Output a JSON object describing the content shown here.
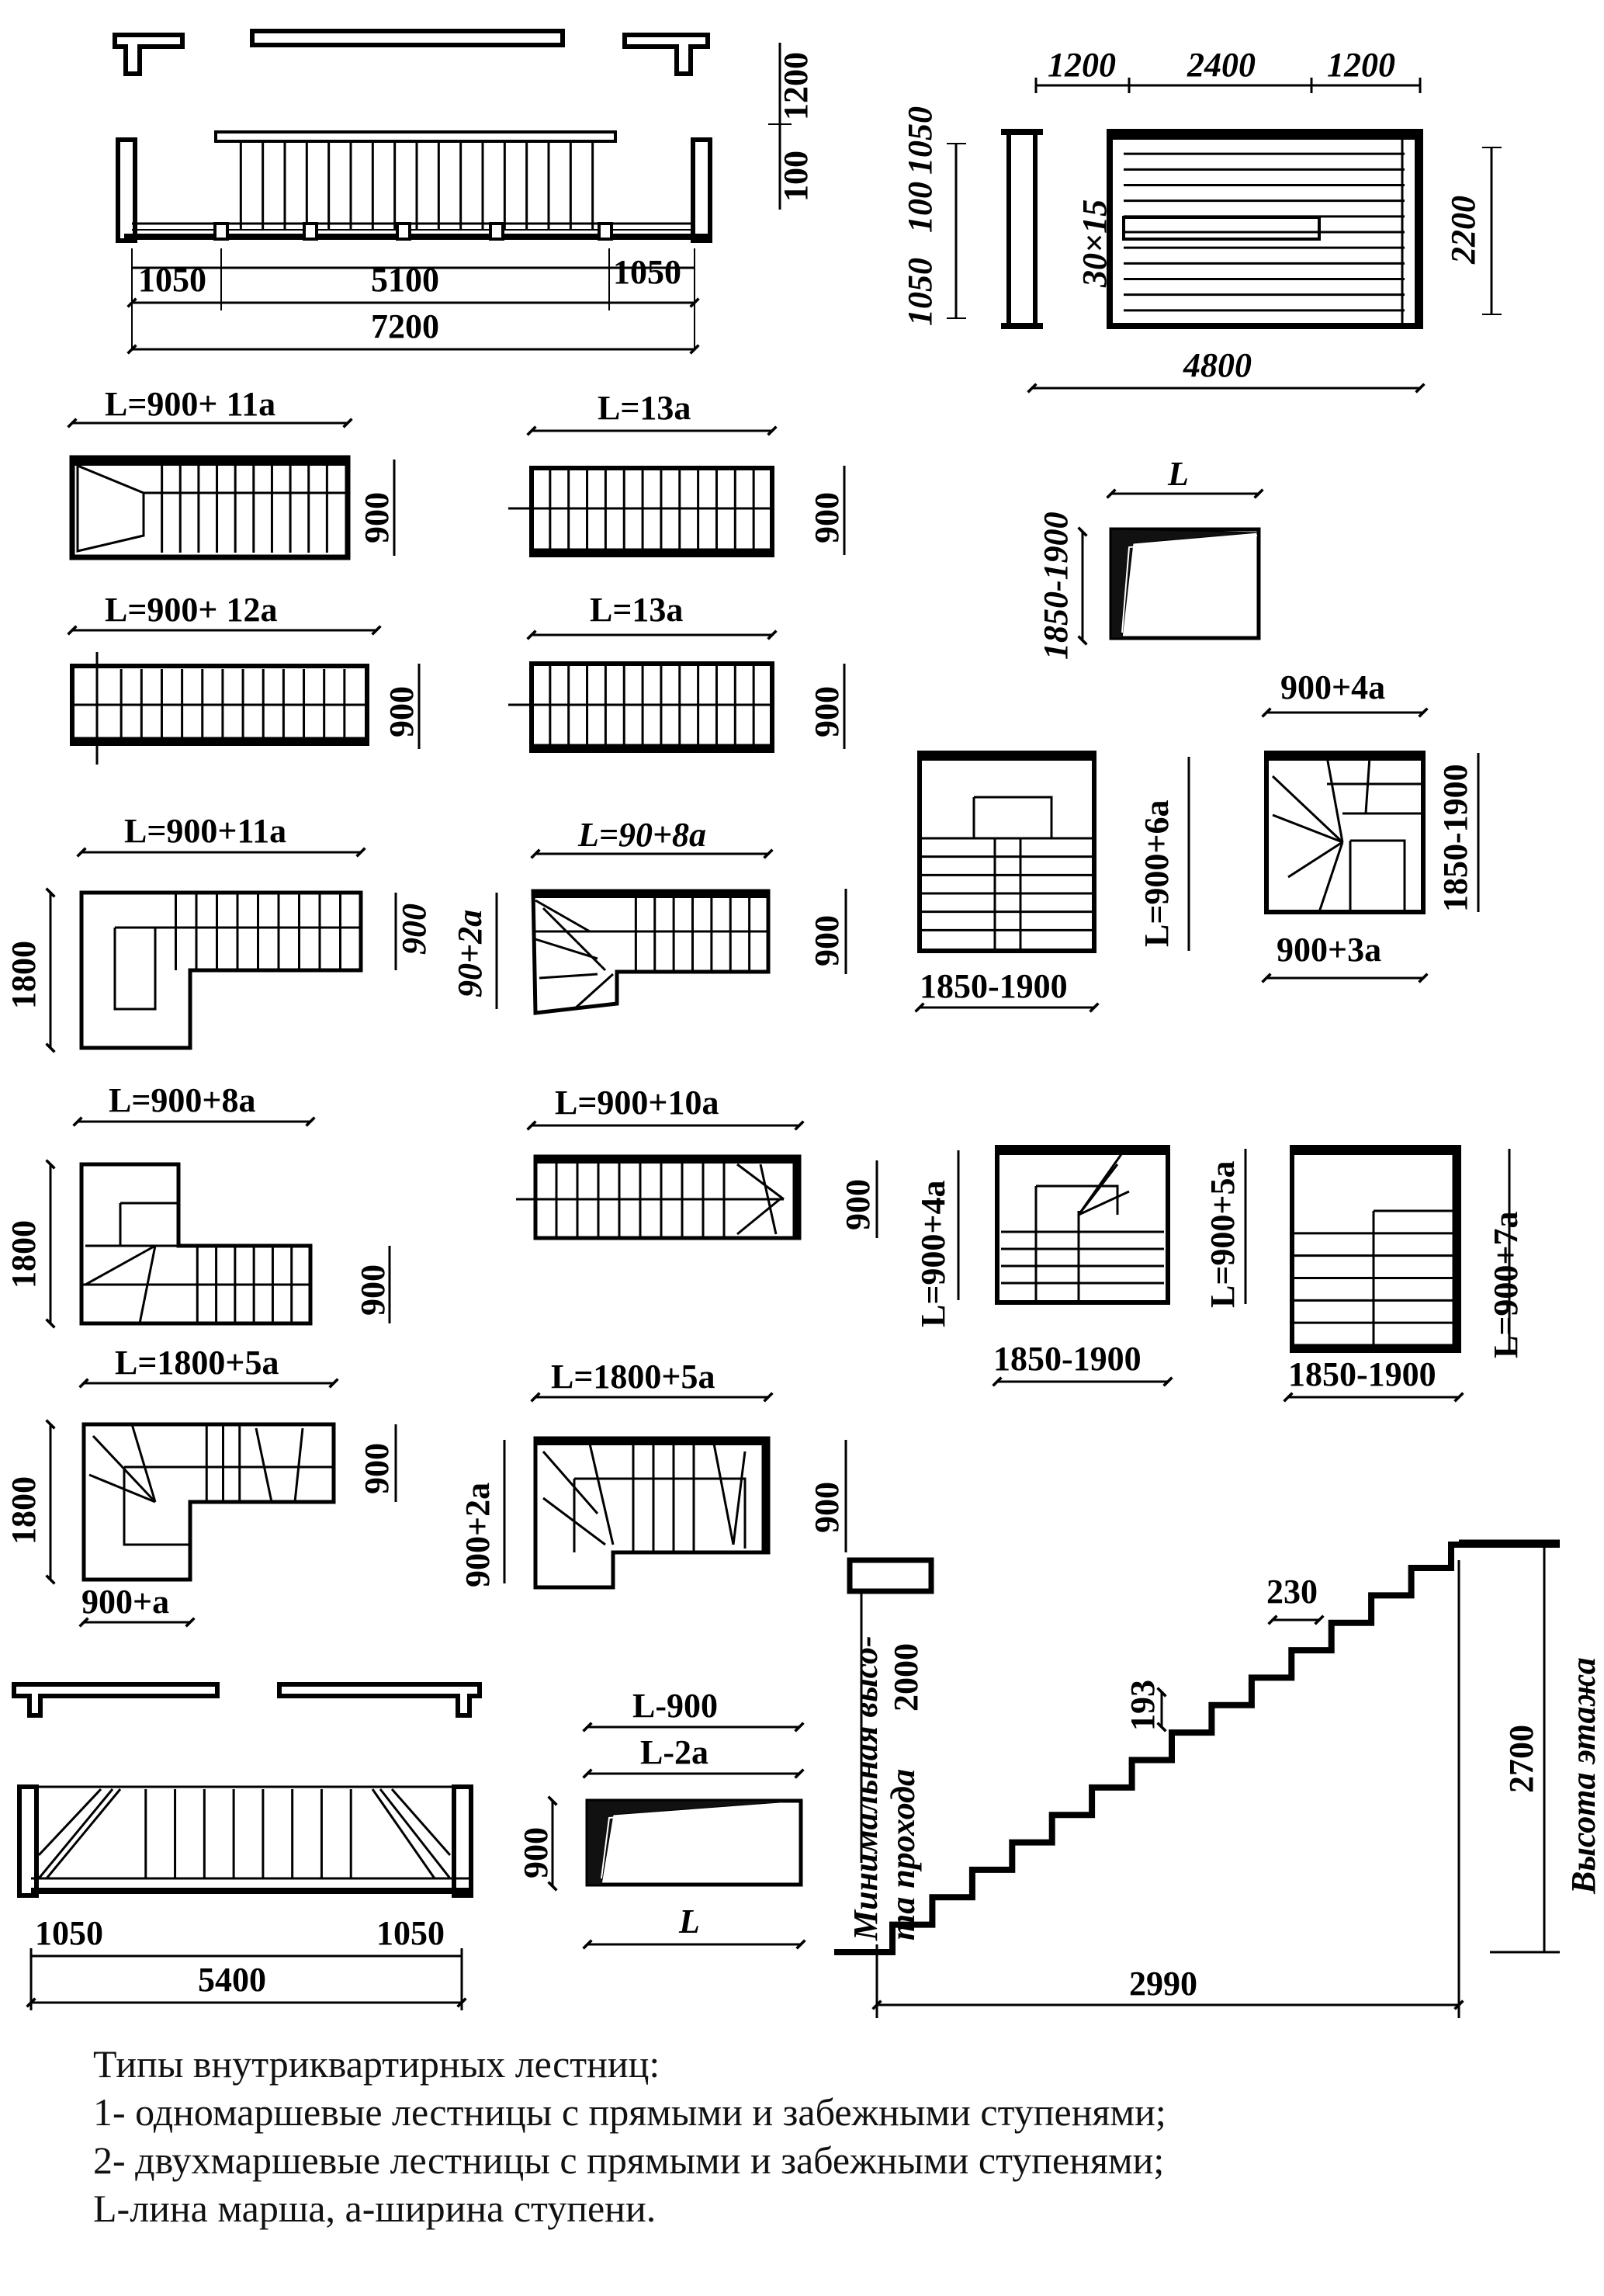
{
  "top_left_plan": {
    "dims": [
      "1050",
      "5100",
      "1050",
      "7200",
      "1200",
      "100"
    ]
  },
  "top_right_plan": {
    "dims": [
      "1200",
      "2400",
      "1200",
      "4800",
      "2200",
      "30×15",
      "1050",
      "100",
      "1050"
    ]
  },
  "single_flight": [
    {
      "length_label": "L=900+ 11a",
      "width_label": "900"
    },
    {
      "length_label": "L=13a",
      "width_label": "900"
    },
    {
      "length_label": "L=900+ 12a",
      "width_label": "900"
    },
    {
      "length_label": "L=13a",
      "width_label": "900"
    }
  ],
  "section_small": {
    "top_label": "L",
    "side_label": "1850-1900"
  },
  "l_shaped": [
    {
      "length_label": "L=900+11a",
      "height_label": "1800",
      "width_label": "900"
    },
    {
      "length_label": "L=90+8a",
      "height_label": "90+2a",
      "width_label": "900"
    },
    {
      "length_label": "L=900+8a",
      "height_label": "1800",
      "width_label": "900"
    },
    {
      "length_label": "L=900+10a",
      "width_label": "900"
    },
    {
      "length_label": "L=1800+5a",
      "height_label": "1800",
      "width_label": "900",
      "bottom_label": "900+a"
    },
    {
      "length_label": "L=1800+5a",
      "height_label": "900+2a",
      "width_label": "900"
    }
  ],
  "two_flight": [
    {
      "side_label": "L=900+6a",
      "bottom_label": "1850-1900"
    },
    {
      "top_label": "900+4a",
      "bottom_label": "900+3a",
      "side_label": "1850-1900"
    },
    {
      "side_label": "L=900+4a",
      "bottom_label": "1850-1900"
    },
    {
      "left_label": "L=900+5a",
      "right_label": "L=900+7a",
      "bottom_label": "1850-1900"
    }
  ],
  "bottom_plan": {
    "dims": [
      "1050",
      "1050",
      "5400"
    ]
  },
  "bottom_section": {
    "labels": [
      "L-900",
      "L-2a",
      "900",
      "L"
    ]
  },
  "elevation": {
    "headroom_label": "Минимальная высо-",
    "headroom_label2": "та прохода",
    "headroom_value": "2000",
    "tread": "230",
    "riser": "193",
    "run": "2990",
    "height": "2700",
    "height_label": "Высота этажа"
  },
  "caption": {
    "title": "Типы внутриквартирных лестниц:",
    "line1": "1- одномаршевые лестницы с прямыми и забежными ступенями;",
    "line2": "2- двухмаршевые лестницы с прямыми и забежными ступенями;",
    "line3": "L-лина марша, а-ширина ступени."
  }
}
